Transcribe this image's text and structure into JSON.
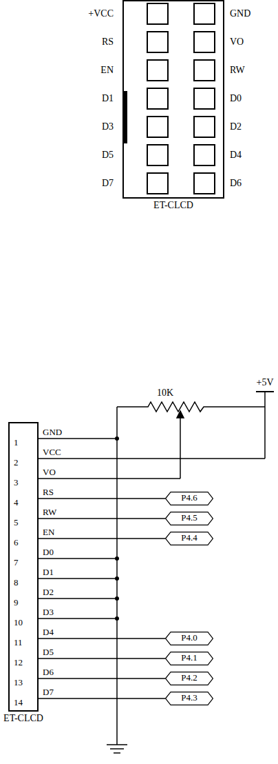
{
  "diagram": {
    "nodes": [
      {
        "text": [
          "ET-CLCD"
        ]
      },
      {
        "text": [
          "ET-CLCD"
        ]
      },
      {
        "text": [
          "P4.6"
        ]
      },
      {
        "text": [
          "P4.5"
        ]
      },
      {
        "text": [
          "P4.4"
        ]
      },
      {
        "text": [
          "P4.0"
        ]
      },
      {
        "text": [
          "P4.1"
        ]
      },
      {
        "text": [
          "P4.2"
        ]
      },
      {
        "text": [
          "P4.3"
        ]
      }
    ],
    "edges": [
      {
        "from": 1,
        "to": 2,
        "arrow": "none"
      },
      {
        "from": 1,
        "to": 3,
        "arrow": "none"
      },
      {
        "from": 1,
        "to": 4,
        "arrow": "none"
      },
      {
        "from": 1,
        "to": 5,
        "arrow": "none"
      },
      {
        "from": 1,
        "to": 6,
        "arrow": "none"
      },
      {
        "from": 1,
        "to": 7,
        "arrow": "none"
      },
      {
        "from": 1,
        "to": 8,
        "arrow": "none"
      }
    ],
    "labels": [
      "+VCC",
      "GND",
      "RS",
      "VO",
      "EN",
      "RW",
      "D1",
      "D0",
      "D3",
      "D2",
      "D5",
      "D4",
      "D7",
      "D6",
      "+5V",
      "10K",
      "1",
      "GND",
      "2",
      "VCC",
      "3",
      "VO",
      "4",
      "RS",
      "5",
      "RW",
      "6",
      "EN",
      "7",
      "D0",
      "8",
      "D1",
      "9",
      "D2",
      "10",
      "D3",
      "11",
      "D4",
      "12",
      "D5",
      "13",
      "D6",
      "14",
      "D7"
    ]
  }
}
